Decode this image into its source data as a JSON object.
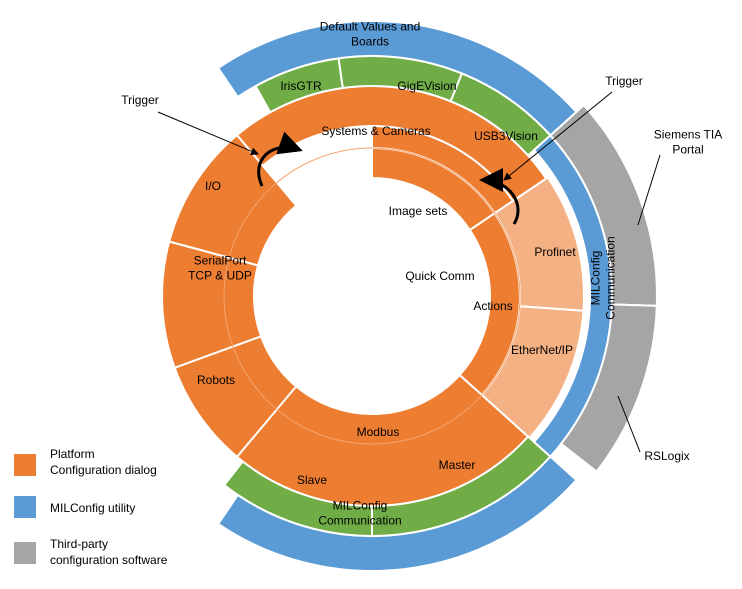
{
  "colors": {
    "platform": "#ed7d31",
    "platform_light": "#f4b183",
    "milconfig": "#5b9bd5",
    "third_party": "#a5a5a5",
    "green": "#70ad47"
  },
  "segments": [
    {
      "id": "image-sets",
      "label": "Image sets",
      "color": "platform"
    },
    {
      "id": "systems-cameras",
      "label": "Systems & Cameras",
      "color": "platform"
    },
    {
      "id": "io",
      "label": "I/O",
      "color": "platform"
    },
    {
      "id": "serialport",
      "label": "SerialPort\nTCP & UDP",
      "color": "platform"
    },
    {
      "id": "robots",
      "label": "Robots",
      "color": "platform"
    },
    {
      "id": "modbus",
      "label": "Modbus",
      "color": "platform"
    },
    {
      "id": "quick-comm",
      "label": "Quick Comm",
      "color": "platform"
    },
    {
      "id": "actions",
      "label": "Actions",
      "color": "platform"
    },
    {
      "id": "profinet",
      "label": "Profinet",
      "color": "platform_light"
    },
    {
      "id": "ethernet-ip",
      "label": "EtherNet/IP",
      "color": "platform_light"
    },
    {
      "id": "irisgtr",
      "label": "IrisGTR",
      "color": "green"
    },
    {
      "id": "gigevision",
      "label": "GigEVision",
      "color": "green"
    },
    {
      "id": "usb3vision",
      "label": "USB3Vision",
      "color": "green"
    },
    {
      "id": "slave",
      "label": "Slave",
      "color": "green"
    },
    {
      "id": "master",
      "label": "Master",
      "color": "green"
    },
    {
      "id": "default-values",
      "label": "Default Values and\nBoards",
      "color": "milconfig"
    },
    {
      "id": "milconfig-comm-right",
      "label": "MILConfig\nCommunication",
      "color": "milconfig"
    },
    {
      "id": "milconfig-comm-bottom",
      "label": "MILConfig\nCommunication",
      "color": "milconfig"
    },
    {
      "id": "siemens-tia",
      "label": "Siemens TIA\nPortal",
      "color": "third_party"
    },
    {
      "id": "rslogix",
      "label": "RSLogix",
      "color": "third_party"
    }
  ],
  "callouts": [
    {
      "id": "trigger-left",
      "label": "Trigger"
    },
    {
      "id": "trigger-right",
      "label": "Trigger"
    }
  ],
  "legend": [
    {
      "id": "platform",
      "label": "Platform\nConfiguration dialog",
      "color": "#ed7d31"
    },
    {
      "id": "milconfig",
      "label": "MILConfig utility",
      "color": "#5b9bd5"
    },
    {
      "id": "third-party",
      "label": "Third-party\nconfiguration software",
      "color": "#a5a5a5"
    }
  ]
}
